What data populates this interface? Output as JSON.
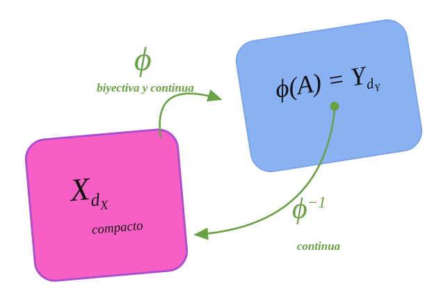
{
  "colors": {
    "pink_fill": "#f75fc4",
    "pink_border": "#ab4ecf",
    "blue_fill": "#8ab2f3",
    "green": "#68a244",
    "text": "#111111"
  },
  "pink_box": {
    "formula_base": "X",
    "formula_sub": "d",
    "formula_subsub": "X",
    "caption": "compacto"
  },
  "blue_box": {
    "formula_base": "ϕ(A) = Y",
    "formula_sub": "d",
    "formula_subsub": "Y"
  },
  "arrow_top": {
    "symbol": "ϕ",
    "caption": "biyectiva y continua"
  },
  "arrow_bottom": {
    "symbol": "ϕ",
    "exponent": "−1",
    "caption": "continua"
  }
}
